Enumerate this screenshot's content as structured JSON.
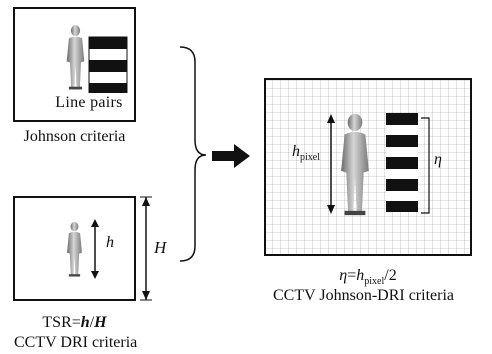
{
  "panel_top": {
    "inner_label": "Line pairs",
    "caption": "Johnson  criteria"
  },
  "panel_bottom": {
    "h_label": "h",
    "H_label": "H",
    "formula": {
      "prefix": "TSR=",
      "numerator": "h",
      "slash": "/",
      "denominator": "H"
    },
    "caption": "CCTV  DRI  criteria"
  },
  "panel_right": {
    "hpixel_label": {
      "base": "h",
      "sub": "pixel"
    },
    "eta_label": "η",
    "formula": {
      "lhs": "η",
      "eq": "=",
      "h": "h",
      "sub": "pixel",
      "tail": "/2"
    },
    "caption": "CCTV  Johnson-DRI  criteria"
  },
  "icons": [
    "person-figure-icon",
    "brace-icon",
    "arrow-right-icon",
    "bar-target-icon"
  ]
}
